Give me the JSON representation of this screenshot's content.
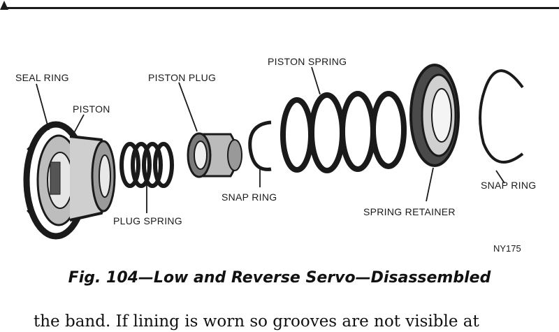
{
  "labels": {
    "seal_ring": "SEAL RING",
    "piston": "PISTON",
    "piston_plug": "PISTON PLUG",
    "piston_spring": "PISTON SPRING",
    "plug_spring": "PLUG SPRING",
    "snap_ring_small": "SNAP RING",
    "spring_retainer": "SPRING RETAINER",
    "snap_ring_large": "SNAP RING"
  },
  "figure_id": "NY175",
  "caption": "Fig. 104—Low and Reverse Servo—Disassembled",
  "body_text": "the band. If lining is worn so grooves are not visible at"
}
